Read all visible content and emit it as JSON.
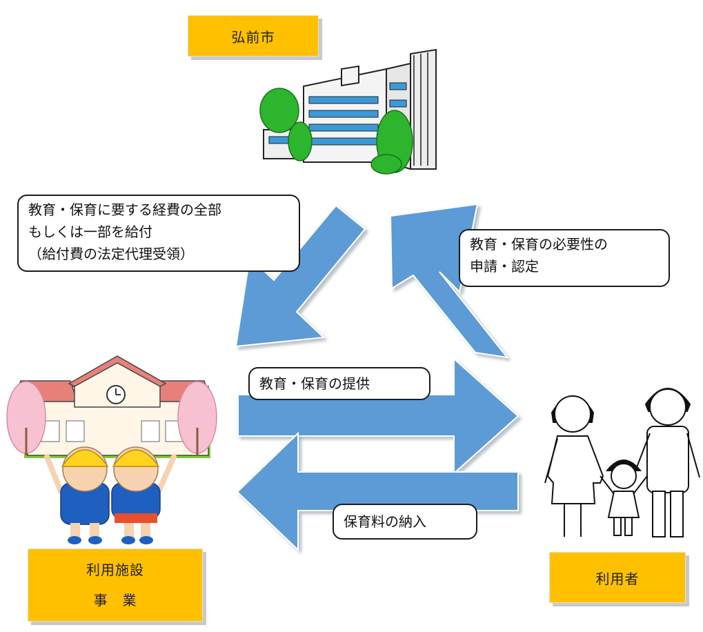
{
  "city": {
    "label": "弘前市",
    "icon": "city-hall-building-icon"
  },
  "facility": {
    "line1": "利用施設",
    "line2": "事　業",
    "icon": "kindergarten-icon"
  },
  "user": {
    "label": "利用者",
    "icon": "family-icon"
  },
  "callouts": {
    "benefit": [
      "教育・保育に要する経費の全部",
      "もしくは一部を給付",
      "（給付費の法定代理受領）"
    ],
    "application": [
      "教育・保育の必要性の",
      "申請・認定"
    ],
    "provision": "教育・保育の提供",
    "payment": "保育料の納入"
  },
  "colors": {
    "arrow": "#5B9BD5",
    "label_bg": "#FFC000",
    "tree": "#2DB52D",
    "blossom": "#F7C1D2",
    "roof": "#E8807A",
    "uniform": "#1F5FBF",
    "hat": "#FFD320"
  }
}
